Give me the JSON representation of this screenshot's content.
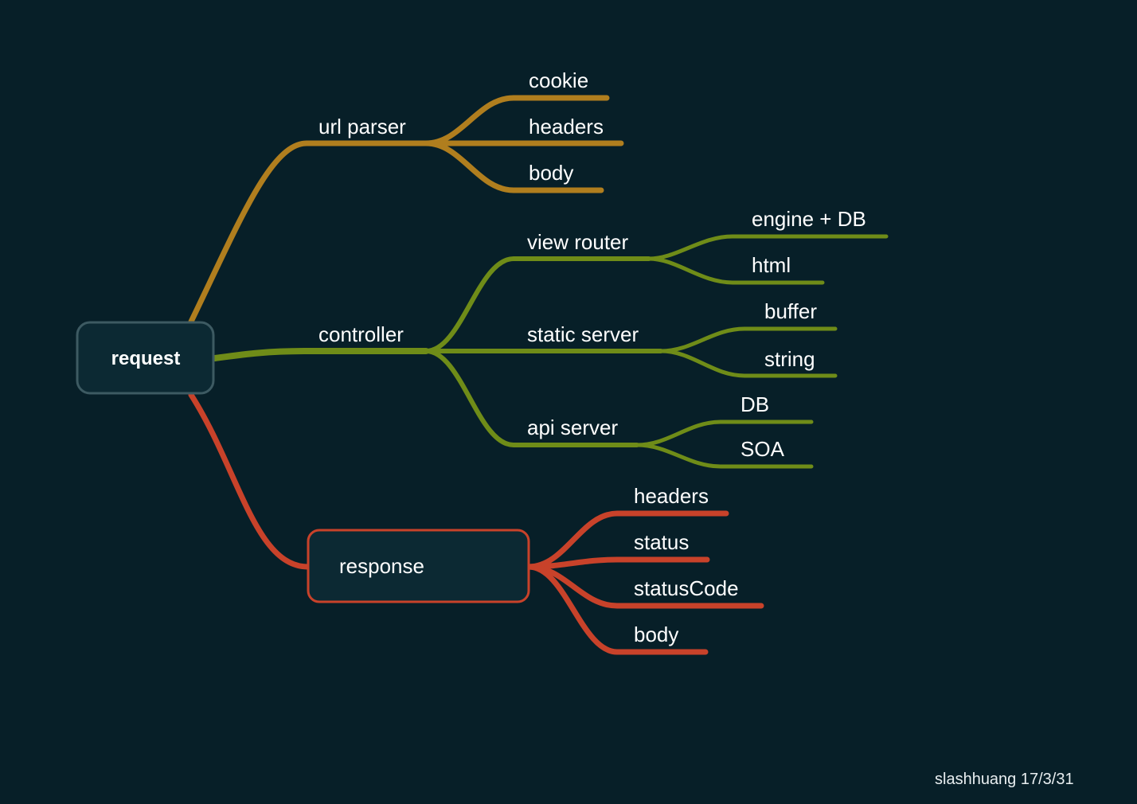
{
  "colors": {
    "background": "#071f28",
    "url_branch": "#b07e1e",
    "controller_branch": "#6f8c18",
    "response_branch": "#c8422a",
    "root_border": "#3d5a62",
    "node_fill": "#0c2933"
  },
  "nodes": {
    "root": "request",
    "url_parser": "url parser",
    "cookie": "cookie",
    "headers_req": "headers",
    "body_req": "body",
    "controller": "controller",
    "view_router": "view router",
    "engine_db": "engine + DB",
    "html": "html",
    "static_server": "static server",
    "buffer": "buffer",
    "string": "string",
    "api_server": "api server",
    "db": "DB",
    "soa": "SOA",
    "response": "response",
    "headers_res": "headers",
    "status": "status",
    "status_code": "statusCode",
    "body_res": "body"
  },
  "footer": "slashhuang 17/3/31"
}
